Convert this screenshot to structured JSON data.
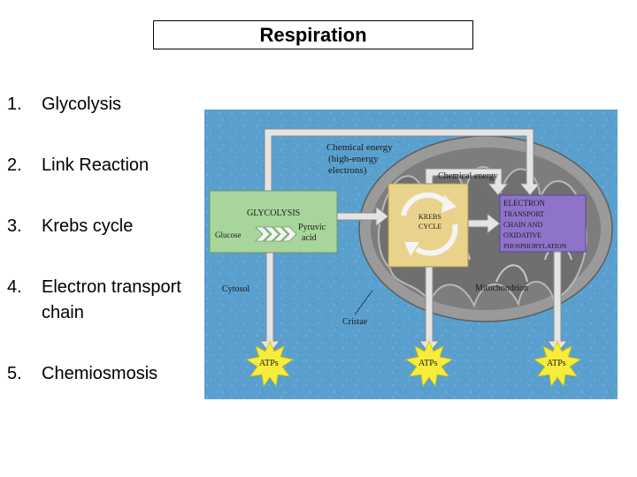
{
  "title": "Respiration",
  "steps": [
    {
      "number": "1.",
      "label": "Glycolysis"
    },
    {
      "number": "2.",
      "label": "Link Reaction"
    },
    {
      "number": "3.",
      "label": "Krebs cycle"
    },
    {
      "number": "4.",
      "label": "Electron transport",
      "label_line2": "chain"
    },
    {
      "number": "5.",
      "label": "Chemiosmosis"
    }
  ],
  "diagram": {
    "chemical_energy_line1": "Chemical energy",
    "chemical_energy_line2": "(high-energy",
    "chemical_energy_line3": "electrons)",
    "chemical_energy_inner": "Chemical energy",
    "glycolysis": "GLYCOLYSIS",
    "glucose": "Glucose",
    "pyruvic_line1": "Pyruvic",
    "pyruvic_line2": "acid",
    "krebs_line1": "KREBS",
    "krebs_line2": "CYCLE",
    "etc_line1": "ELECTRON",
    "etc_line2": "TRANSPORT",
    "etc_line3": "CHAIN AND",
    "etc_line4": "OXIDATIVE",
    "etc_line5": "PHOSPHORYLATION",
    "cytosol": "Cytosol",
    "mitochondrion": "Mitochondrion",
    "cristae": "Cristae",
    "atp_label": "ATPs",
    "colors": {
      "background": "#5aa0cf",
      "membrane": "#9a9a9a",
      "matrix": "#7a7a7a",
      "glycolysis_box": "#a8d59a",
      "krebs_box": "#e9d38c",
      "etc_box": "#8f73c9",
      "arrow": "#e0e0e0",
      "starburst": "#f7ec3c"
    }
  }
}
